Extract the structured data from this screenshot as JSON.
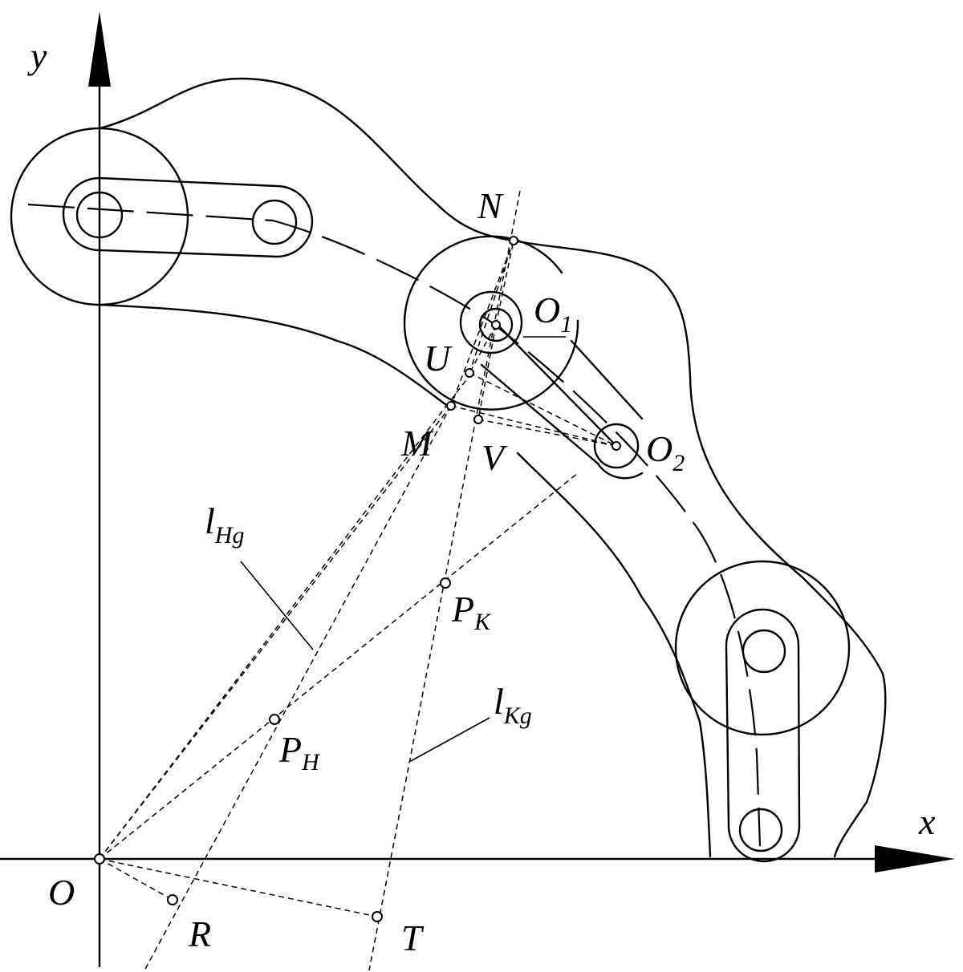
{
  "labels": {
    "y": "y",
    "x": "x",
    "O": "O",
    "N": "N",
    "U": "U",
    "M": "M",
    "V": "V",
    "R": "R",
    "T": "T"
  },
  "subscripted_labels": {
    "O1": {
      "base": "O",
      "sub": "1"
    },
    "O2": {
      "base": "O",
      "sub": "2"
    },
    "PK": {
      "base": "P",
      "sub": "K"
    },
    "PH": {
      "base": "P",
      "sub": "H"
    },
    "lHg": {
      "base": "l",
      "sub": "Hg"
    },
    "lKg": {
      "base": "l",
      "sub": "Kg"
    }
  }
}
